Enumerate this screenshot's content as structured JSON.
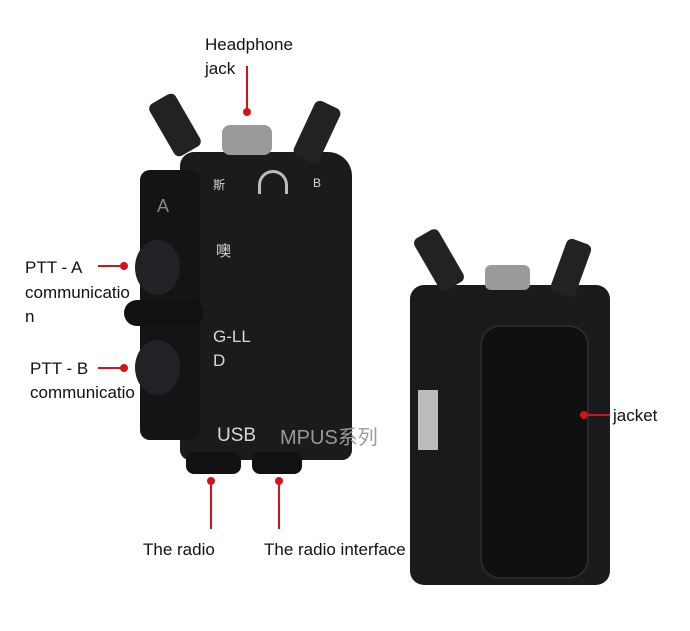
{
  "callouts": {
    "headphone_jack": [
      "Headphone",
      "jack"
    ],
    "ptt_a": [
      "PTT - A",
      "communicatio",
      "n"
    ],
    "ptt_b": [
      "PTT - B",
      "communicatio"
    ],
    "radio": "The radio",
    "radio_interface": "The radio interface",
    "jacket": "jacket"
  },
  "device_front": {
    "label_a": "A",
    "label_si": "斯",
    "label_b": "B",
    "label_o": "噢",
    "label_gll": "G-LL",
    "label_d": "D",
    "label_usb": "USB",
    "brand": "MPUS系列"
  },
  "colors": {
    "accent": "#d0141c",
    "device": "#1b1b1d"
  }
}
